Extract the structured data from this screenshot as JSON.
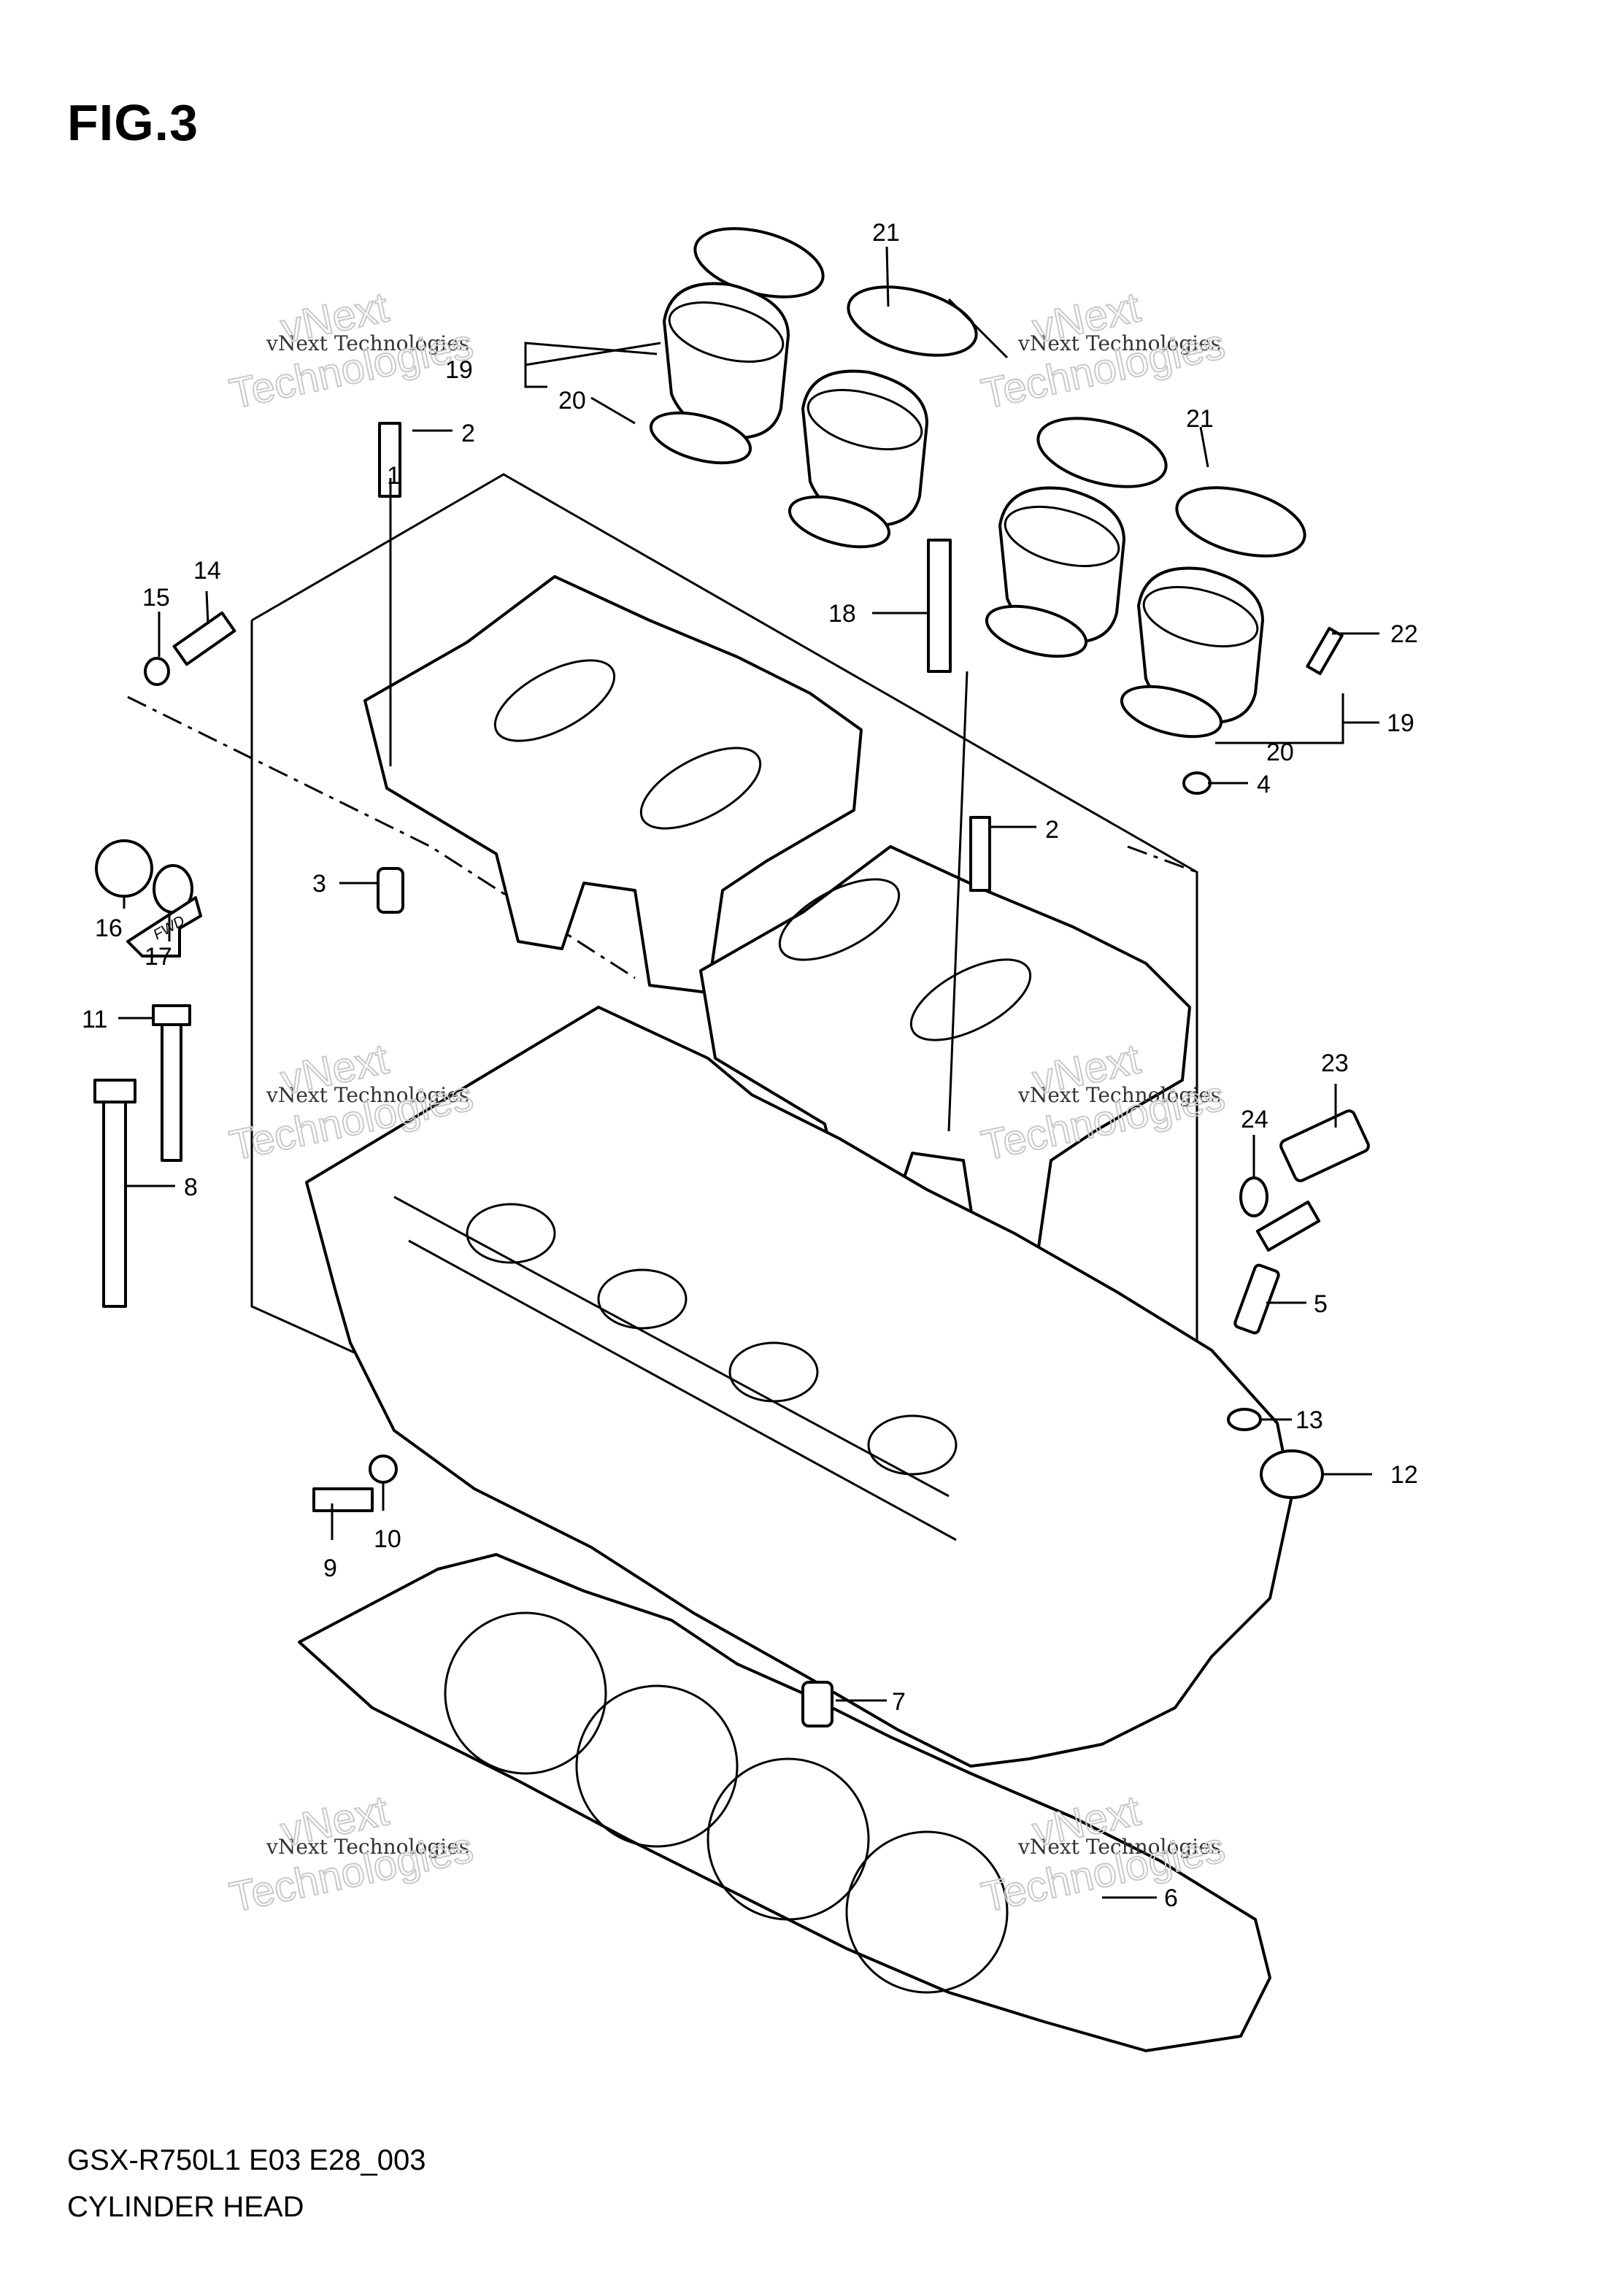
{
  "figure": {
    "title": "FIG.3",
    "footer_code": "GSX-R750L1 E03 E28_003",
    "footer_name": "CYLINDER HEAD",
    "fwd_label": "FWD"
  },
  "watermark": {
    "line_small": "vNext Technologies",
    "line_big_a": "vNext",
    "line_big_b": "Technologies"
  },
  "callouts": [
    "1",
    "2",
    "2",
    "3",
    "4",
    "5",
    "6",
    "7",
    "8",
    "9",
    "10",
    "11",
    "12",
    "13",
    "14",
    "15",
    "16",
    "17",
    "18",
    "19",
    "19",
    "20",
    "20",
    "21",
    "21",
    "22",
    "23",
    "24"
  ]
}
